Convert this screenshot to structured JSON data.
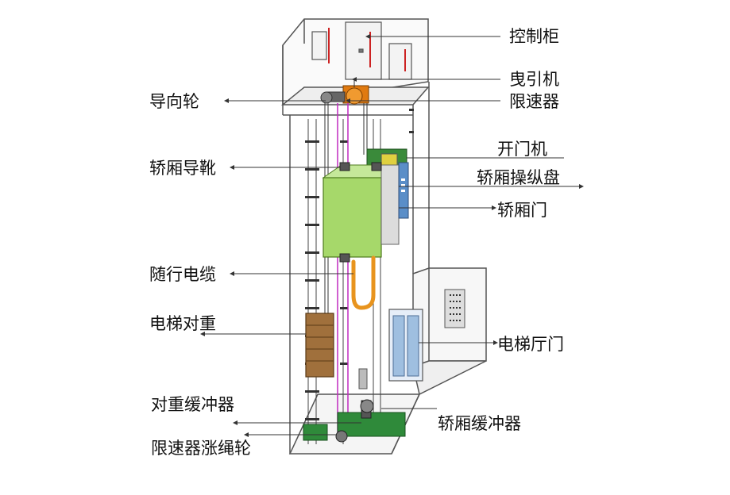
{
  "labels": {
    "control_cabinet": "控制柜",
    "traction_machine": "曳引机",
    "speed_governor": "限速器",
    "guide_pulley": "导向轮",
    "door_operator": "开门机",
    "car_guide_shoe": "轿厢导靴",
    "car_operating_panel": "轿厢操纵盘",
    "car_door": "轿厢门",
    "traveling_cable": "随行电缆",
    "counterweight": "电梯对重",
    "landing_door": "电梯厅门",
    "counterweight_buffer": "对重缓冲器",
    "car_buffer": "轿厢缓冲器",
    "governor_tension_pulley": "限速器涨绳轮"
  },
  "colors": {
    "line": "#444444",
    "car_green": "#a6d86a",
    "counterweight_brown": "#a0703c",
    "cable_orange": "#e8941e",
    "rope_magenta": "#c02ac0",
    "motor_orange": "#e07a10",
    "pit_green": "#2f8a3a",
    "panel_blue": "#5a8ec8"
  }
}
